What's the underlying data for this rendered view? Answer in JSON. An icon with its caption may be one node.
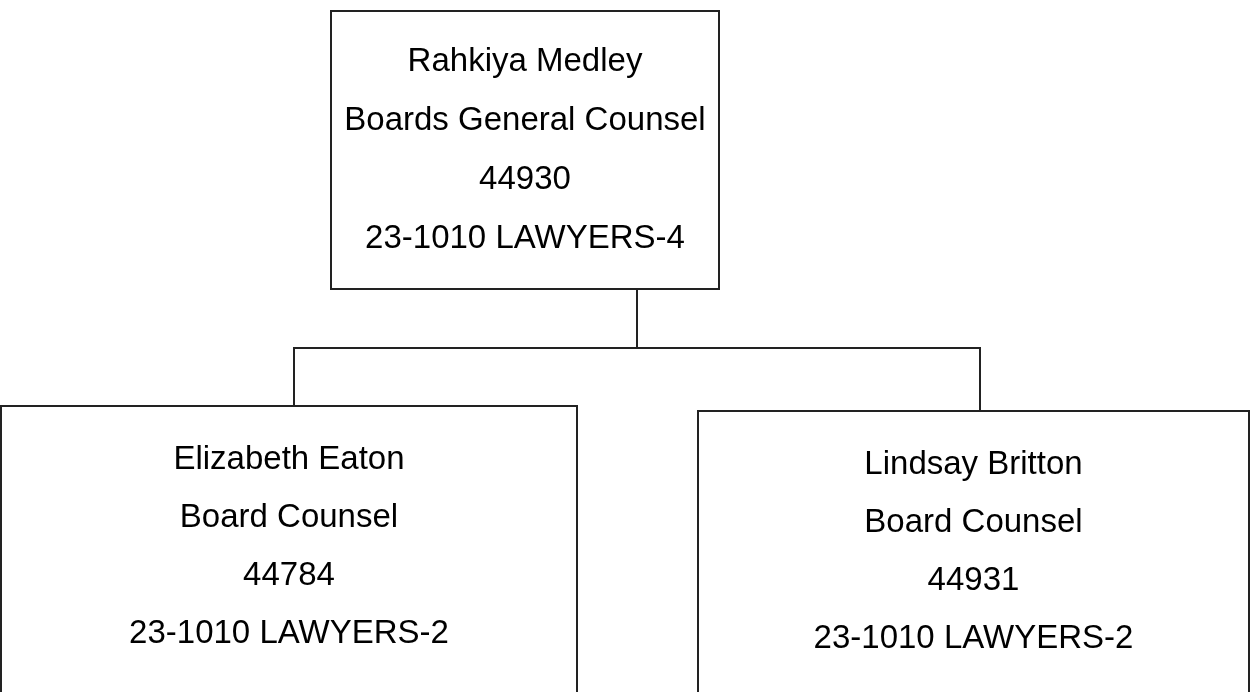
{
  "diagram": {
    "nodes": [
      {
        "text": [
          "Rahkiya Medley",
          "Boards General Counsel",
          "44930",
          "23-1010 LAWYERS-4"
        ]
      },
      {
        "text": [
          "Elizabeth Eaton",
          "Board Counsel",
          "44784",
          "23-1010 LAWYERS-2"
        ]
      },
      {
        "text": [
          "Lindsay Britton",
          "Board Counsel",
          "44931",
          "23-1010 LAWYERS-2"
        ]
      }
    ],
    "edges": [
      {
        "from": 0,
        "to": 1,
        "arrow": "none"
      },
      {
        "from": 0,
        "to": 2,
        "arrow": "none"
      }
    ]
  }
}
